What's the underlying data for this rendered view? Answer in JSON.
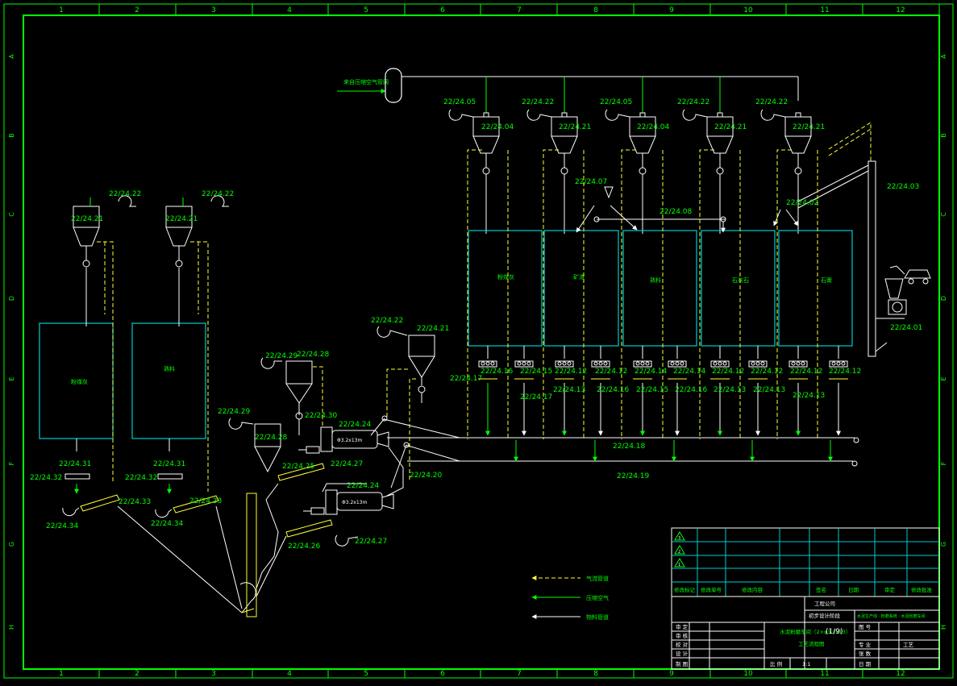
{
  "colors": {
    "background": "#000000",
    "frame": "#00ff00",
    "tag_text": "#00ff00",
    "tank": "#00cccc",
    "air": "#ffff33",
    "line": "#ffffff"
  },
  "border": {
    "col_numbers": [
      "1",
      "2",
      "3",
      "4",
      "5",
      "6",
      "7",
      "8",
      "9",
      "10",
      "11",
      "12"
    ],
    "row_letters": [
      "A",
      "B",
      "C",
      "D",
      "E",
      "F",
      "G",
      "H"
    ]
  },
  "tags": {
    "t1": "22/24.05",
    "t2": "22/24.04",
    "t3": "22/24.22",
    "t4": "22/24.21",
    "t5": "22/24.05",
    "t6": "22/24.04",
    "t7": "22/24.22",
    "t8": "22/24.21",
    "t9": "22/24.22",
    "t10": "22/24.21",
    "t11": "22/24.07",
    "t12": "22/24.08",
    "t13": "22/24.02",
    "t14": "22/24.03",
    "t15": "22/24.01",
    "t16": "22/24.22",
    "t17": "22/24.21",
    "t18": "22/24.22",
    "t19": "22/24.21",
    "t20": "22/24.22",
    "t21": "22/24.21",
    "t22": "22/24.17",
    "t23": "22/24.16",
    "t24": "22/24.15",
    "t25": "22/24.17",
    "t26": "22/24.12",
    "t27": "22/24.13",
    "t28": "22/24.12",
    "t29": "22/24.16",
    "t30": "22/24.14",
    "t31": "22/24.15",
    "t32": "22/24.14",
    "t33": "22/24.16",
    "t34": "22/24.12",
    "t35": "22/24.13",
    "t36": "22/24.12",
    "t37": "22/24.13",
    "t38": "22/24.12",
    "t39": "22/24.12",
    "t40": "22/24.13",
    "t41": "22/24.18",
    "t42": "22/24.19",
    "t43": "22/24.29",
    "t44": "22/24.28",
    "t45": "22/24.30",
    "t46": "22/24.24",
    "t47": "22/24.29",
    "t48": "22/24.28",
    "t49": "22/24.25",
    "t50": "22/24.27",
    "t51": "22/24.24",
    "t52": "22/24.20",
    "t53": "22/24.26",
    "t54": "22/24.27",
    "t55": "22/24.31",
    "t56": "22/24.32",
    "t57": "22/24.33",
    "t58": "22/24.34",
    "t59": "22/24.31",
    "t60": "22/24.32",
    "t61": "22/24.33",
    "t62": "22/24.34"
  },
  "mill_labels": {
    "m1": "Φ3.2x13m",
    "m2": "Φ3.2x13m"
  },
  "tank_labels": [
    "石灰石",
    "矿渣",
    "熟料",
    "石膏",
    "粉煤灰",
    "粉煤灰",
    "熟料"
  ],
  "compressed_air_label": "来自压缩空气管网",
  "legend": {
    "air_label": "气流管道",
    "compressed_label": "压缩空气",
    "material_label": "物料管道"
  },
  "title_block": {
    "rev_marks": [
      "3",
      "2",
      "1"
    ],
    "rev_headers": [
      "修改标记",
      "修改单号",
      "修改内容",
      "签名",
      "日期",
      "审定",
      "修改批准"
    ],
    "company": "工程公司",
    "design_stage": "初步设计阶段",
    "project_name": "水泥生产线 · 粉磨系统 · 水泥粉磨车间",
    "drawing_name": "水泥粉磨车间（2×φ3.2x13）",
    "sheet": "(1/9)",
    "drawing_title": "工艺流程图",
    "role_labels": [
      "审 定",
      "审 核",
      "校 对",
      "设 计",
      "制 图"
    ],
    "specialty_label": "专 业",
    "specialty_value": "工艺",
    "scale_label": "比 例",
    "scale_value": "1:1",
    "no_label": "图 号",
    "date_label": "日 期",
    "sheet_label": "张 数"
  }
}
